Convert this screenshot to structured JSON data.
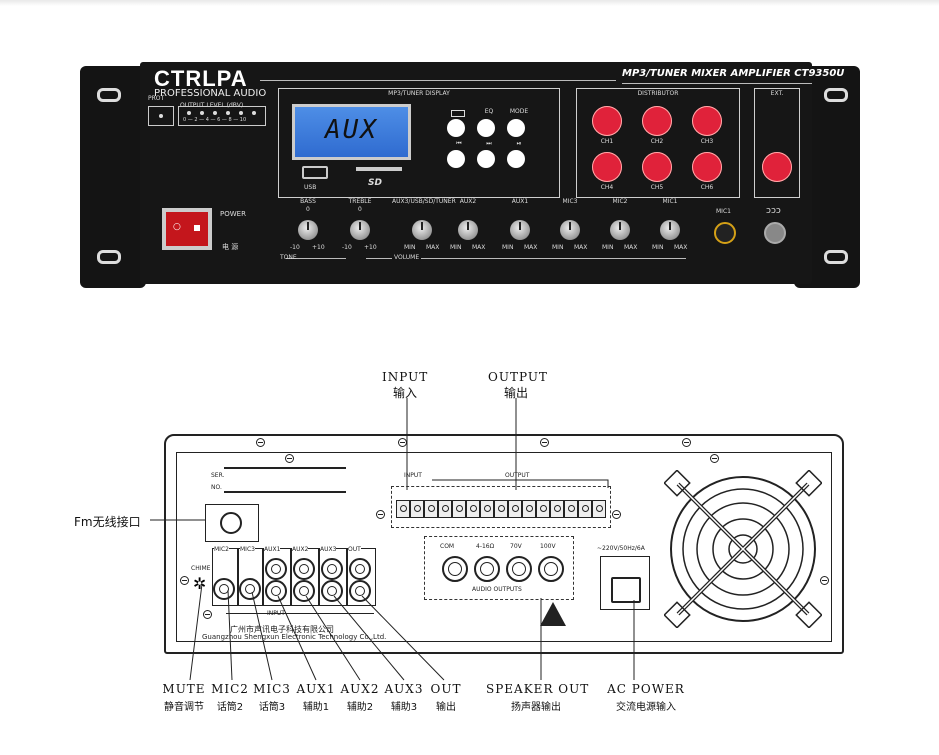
{
  "front": {
    "brand": "CTRLPA",
    "brand_sub": "PROFESSIONAL AUDIO",
    "model": "MP3/TUNER MIXER AMPLIFIER  CT9350U",
    "prot": "PROT",
    "output_level": "OUTPUT LEVEL (dBV)",
    "level_ticks": "0 — 2 — 4 — 6 — 8 — 10",
    "display_title": "MP3/TUNER DISPLAY",
    "lcd_text": "AUX",
    "eq": "EQ",
    "mode": "MODE",
    "usb": "USB",
    "sd": "SD",
    "distributor": "DISTRIBUTOR",
    "channels": [
      "CH1",
      "CH2",
      "CH3",
      "CH4",
      "CH5",
      "CH6"
    ],
    "ext": "EXT.",
    "power": "POWER",
    "power_cn": "电  源",
    "mic1_jack": "MIC1",
    "tone_label": "TONE",
    "volume_label": "VOLUME",
    "knobs": [
      {
        "name": "BASS",
        "scale": "0",
        "min": "-10",
        "max": "+10"
      },
      {
        "name": "TREBLE",
        "scale": "0",
        "min": "-10",
        "max": "+10"
      },
      {
        "name": "AUX3/USB/SD/TUNER",
        "min": "MIN",
        "max": "MAX"
      },
      {
        "name": "AUX2",
        "min": "MIN",
        "max": "MAX"
      },
      {
        "name": "AUX1",
        "min": "MIN",
        "max": "MAX"
      },
      {
        "name": "MIC3",
        "min": "MIN",
        "max": "MAX"
      },
      {
        "name": "MIC2",
        "min": "MIN",
        "max": "MAX"
      },
      {
        "name": "MIC1",
        "min": "MIN",
        "max": "MAX"
      }
    ]
  },
  "rear": {
    "ser": "SER.",
    "no": "NO.",
    "input_small": "INPUT",
    "output_small": "OUTPUT",
    "chime": "CHIME",
    "jack_tops": [
      "MIC2",
      "MIC3",
      "AUX1",
      "AUX2",
      "AUX3",
      "OUT"
    ],
    "input_bottom": "INPUT",
    "company_cn": "广州市声讯电子科技有限公司",
    "company_en": "Guangzhou Shengxun Electronic Technology Co.,Ltd.",
    "audio_outputs": "AUDIO OUTPUTS",
    "out_labels": [
      "COM",
      "4-16Ω",
      "70V",
      "100V"
    ],
    "ac_rating": "~220V/50Hz/6A"
  },
  "callouts": {
    "input_en": "INPUT",
    "input_cn": "输入",
    "output_en": "OUTPUT",
    "output_cn": "输出",
    "fm": "Fm无线接口",
    "bottom": [
      {
        "en": "MUTE",
        "cn": "静音调节"
      },
      {
        "en": "MIC2",
        "cn": "话筒2"
      },
      {
        "en": "MIC3",
        "cn": "话筒3"
      },
      {
        "en": "AUX1",
        "cn": "辅助1"
      },
      {
        "en": "AUX2",
        "cn": "辅助2"
      },
      {
        "en": "AUX3",
        "cn": "辅助3"
      },
      {
        "en": "OUT",
        "cn": "输出"
      },
      {
        "en": "SPEAKER OUT",
        "cn": "扬声器输出"
      },
      {
        "en": "AC POWER",
        "cn": "交流电源输入"
      }
    ]
  }
}
